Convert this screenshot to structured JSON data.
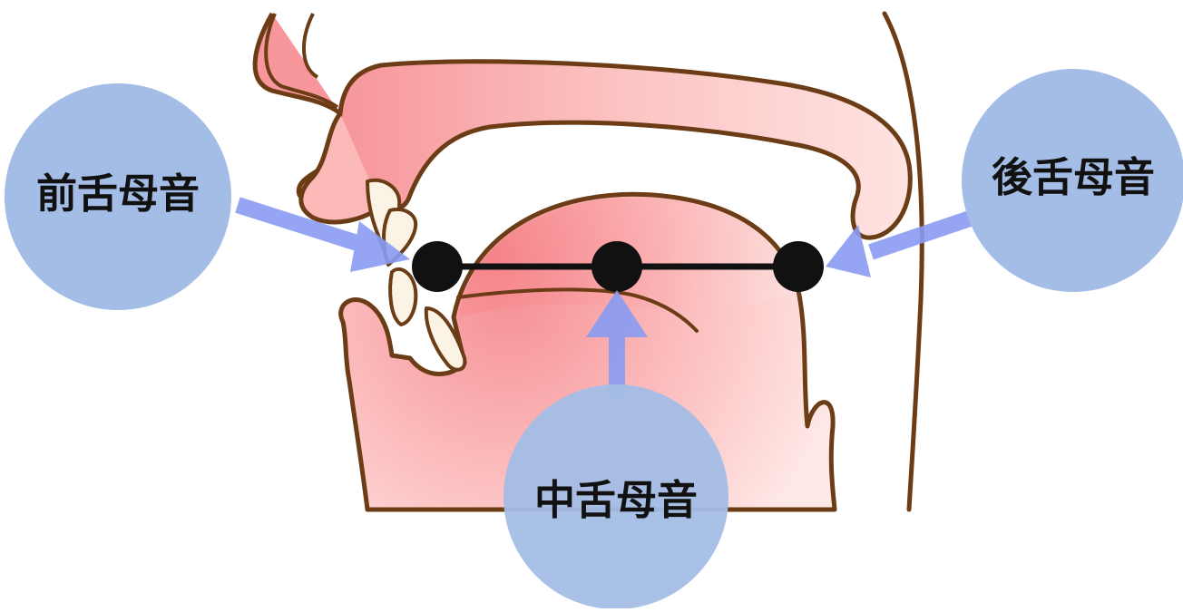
{
  "labels": {
    "front": "前舌母音",
    "central": "中舌母音",
    "back": "後舌母音"
  },
  "colors": {
    "outline": "#6b3c15",
    "tissue_light": "#fde3e1",
    "tissue_mid": "#fbb2b0",
    "tissue_deep": "#f58a8a",
    "teeth": "#fbf3e4",
    "circle_fill": "#a4bde6",
    "arrow": "#8a9cf2",
    "dot": "#111111",
    "text": "#111111"
  },
  "icons": [
    "circle-marker",
    "arrow"
  ]
}
